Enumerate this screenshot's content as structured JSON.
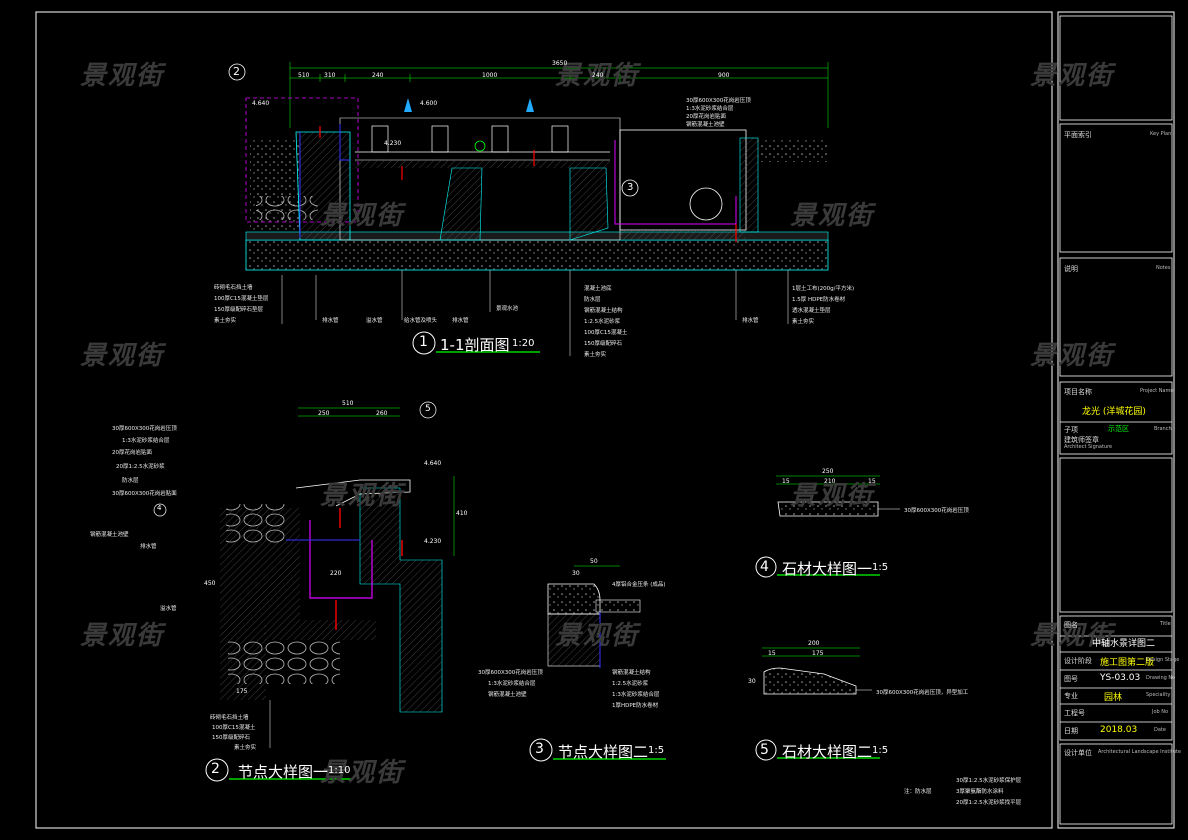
{
  "watermark": "景观街",
  "drawings": {
    "section": {
      "number": "1",
      "title": "1-1剖面图",
      "scale": "1:20",
      "dims_top": [
        "3650",
        "510",
        "310",
        "240",
        "1000",
        "240",
        "900"
      ],
      "levels": [
        "4.640",
        "4.600",
        "4.230"
      ],
      "left_notes": [
        "砖砌毛石挡土墙",
        "100厚C15混凝土垫层",
        "150厚级配碎石垫层",
        "素土夯实"
      ],
      "bottom_notes_a": [
        "排水管",
        "溢水管",
        "给水管及喷头",
        "排水管",
        "景观水池"
      ],
      "bottom_notes_b": [
        "混凝土池底",
        "防水层",
        "钢筋混凝土结构",
        "1:2.5水泥砂浆",
        "100厚C15混凝土",
        "150厚级配碎石",
        "素土夯实"
      ],
      "right_notes": [
        "1层土工布(200g/平方米)",
        "1.5厚 HDPE防水卷材",
        "透水混凝土垫层",
        "素土夯实",
        "排水管"
      ],
      "top_right_notes": [
        "30厚600X300花岗岩压顶",
        "1:3水泥砂浆结合层",
        "20厚花岗岩贴面",
        "钢筋混凝土池壁"
      ]
    },
    "node1": {
      "number": "2",
      "title": "节点大样图一",
      "scale": "1:10",
      "dims": [
        "510",
        "250",
        "260",
        "175",
        "410",
        "220",
        "450"
      ],
      "levels": [
        "4.640",
        "4.230"
      ],
      "left_notes": [
        "30厚600X300花岗岩压顶",
        "1:3水泥砂浆结合层",
        "20厚花岗岩贴面",
        "20厚1:2.5水泥砂浆",
        "防水层",
        "30厚600X300花岗岩贴面",
        "钢筋混凝土池壁",
        "排水管",
        "溢水管"
      ],
      "bottom_notes": [
        "砖砌毛石挡土墙",
        "100厚C15混凝土",
        "150厚级配碎石",
        "素土夯实"
      ],
      "callout": "4"
    },
    "node2": {
      "number": "3",
      "title": "节点大样图二",
      "scale": "1:5",
      "dims": [
        "50",
        "30"
      ],
      "top_note": "4厚铝合金压条 (成品)",
      "left_notes": [
        "30厚600X300花岗岩压顶",
        "1:3水泥砂浆结合层",
        "钢筋混凝土池壁"
      ],
      "right_notes": [
        "钢筋混凝土结构",
        "1:2.5水泥砂浆",
        "1:3水泥砂浆结合层",
        "1厚HDPE防水卷材"
      ]
    },
    "stone1": {
      "number": "4",
      "title": "石材大样图一",
      "scale": "1:5",
      "dims": [
        "250",
        "15",
        "210",
        "15"
      ],
      "note": "30厚600X300花岗岩压顶"
    },
    "stone2": {
      "number": "5",
      "title": "石材大样图二",
      "scale": "1:5",
      "dims": [
        "200",
        "15",
        "175",
        "30"
      ],
      "note": "30厚600X300花岗岩压顶，异型加工"
    },
    "bottom_notes": [
      "注：防水层",
      "30厚1:2.5水泥砂浆保护层",
      "3厚聚氨酯防水涂料",
      "20厚1:2.5水泥砂浆找平层"
    ]
  },
  "title_block": {
    "key_plan": {
      "label": "平面索引",
      "en": "Key Plan"
    },
    "notes": {
      "label": "说明",
      "en": "Notes"
    },
    "project": {
      "label": "项目名称",
      "en": "Project Name",
      "value": "龙光 (洋城花园)"
    },
    "subitem": {
      "label": "子项",
      "en": "Branch",
      "value": "示范区"
    },
    "seal": {
      "label": "建筑师签章",
      "en": "Architect Signature"
    },
    "drawing_title": {
      "label": "图名",
      "en": "Title",
      "value": "中轴水景详图二"
    },
    "design_stage": {
      "label": "设计阶段",
      "en": "Design Stage",
      "value": "施工图第二版"
    },
    "drawing_no": {
      "label": "图号",
      "en": "Drawing No",
      "value": "YS-03.03"
    },
    "specialty": {
      "label": "专业",
      "en": "Speciality",
      "value": "园林"
    },
    "job_no": {
      "label": "工程号",
      "en": "Job No",
      "value": ""
    },
    "date": {
      "label": "日期",
      "en": "Date",
      "value": "2018.03"
    },
    "designer": {
      "label": "设计单位",
      "en": "Architectural Landscape Institute"
    }
  }
}
